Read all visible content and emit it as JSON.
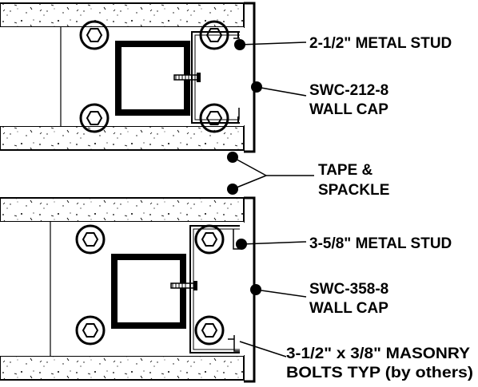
{
  "labels": {
    "top_stud": "2-1/2\" METAL STUD",
    "top_cap_line1": "SWC-212-8",
    "top_cap_line2": "WALL CAP",
    "tape_line1": "TAPE &",
    "tape_line2": "SPACKLE",
    "bottom_stud": "3-5/8\" METAL STUD",
    "bottom_cap_line1": "SWC-358-8",
    "bottom_cap_line2": "WALL CAP",
    "bolts_line1": "3-1/2\" x 3/8\" MASONRY",
    "bolts_line2": "BOLTS TYP (by others)"
  },
  "colors": {
    "ink": "#000000",
    "paper": "#ffffff"
  }
}
